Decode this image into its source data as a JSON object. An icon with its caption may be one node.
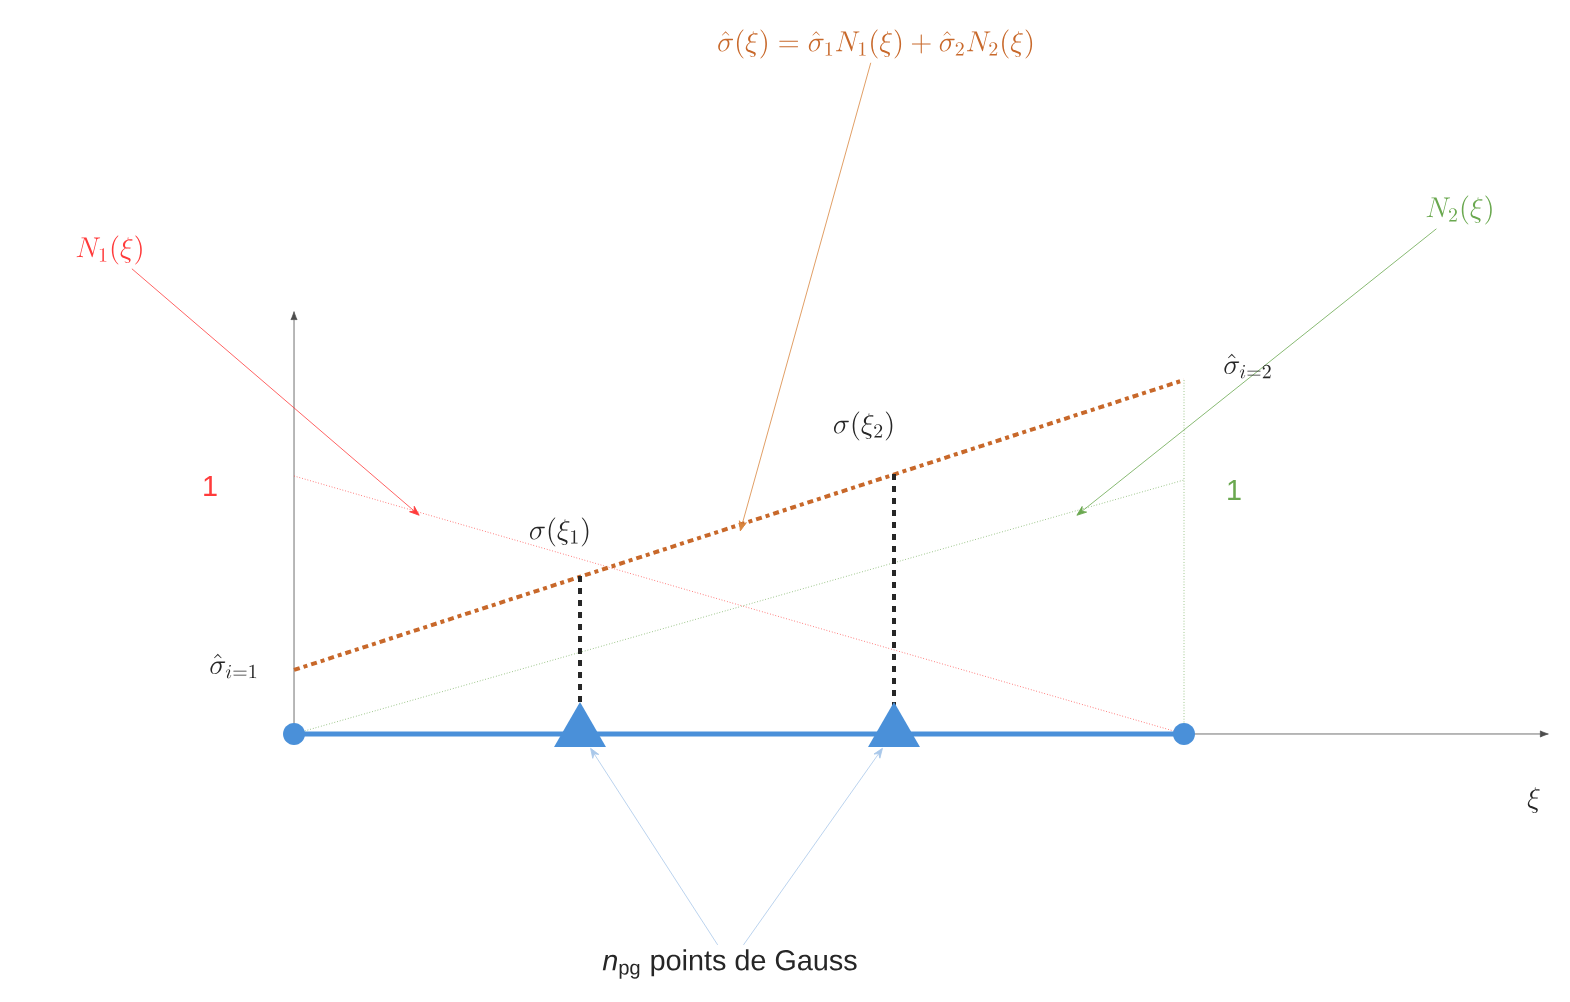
{
  "diagram": {
    "nodes": [
      {
        "text": [
          "\\hat{\\sigma}(\\xi) = \\hat{\\sigma}_1 N_1(\\xi) + \\hat{\\sigma}_2 N_2(\\xi)"
        ]
      },
      {
        "text": [
          "N_1(\\xi)"
        ]
      },
      {
        "text": [
          "N_2(\\xi)"
        ]
      },
      {
        "text": [
          "*n*$_{pg}$ points de Gauss"
        ]
      },
      {
        "text": [],
        "shape": "triangle"
      },
      {
        "text": [],
        "shape": "triangle"
      }
    ],
    "edges": [
      {
        "from": 0,
        "to": null,
        "arrow": "to",
        "color": "#d9863f"
      },
      {
        "from": 1,
        "to": null,
        "arrow": "to",
        "color": "#ff3b3b"
      },
      {
        "from": 2,
        "to": null,
        "arrow": "to",
        "color": "#6aa84f"
      },
      {
        "from": 3,
        "to": 4,
        "arrow": "to",
        "color": "#a9c8ea"
      },
      {
        "from": 3,
        "to": 5,
        "arrow": "to",
        "color": "#a9c8ea"
      }
    ],
    "labels": [
      "1",
      "1",
      "\\hat{\\sigma}_{i=2}",
      "\\sigma(\\xi_2)",
      "\\sigma(\\xi_1)",
      "\\hat{\\sigma}_{i=1}",
      "\\xi"
    ]
  }
}
